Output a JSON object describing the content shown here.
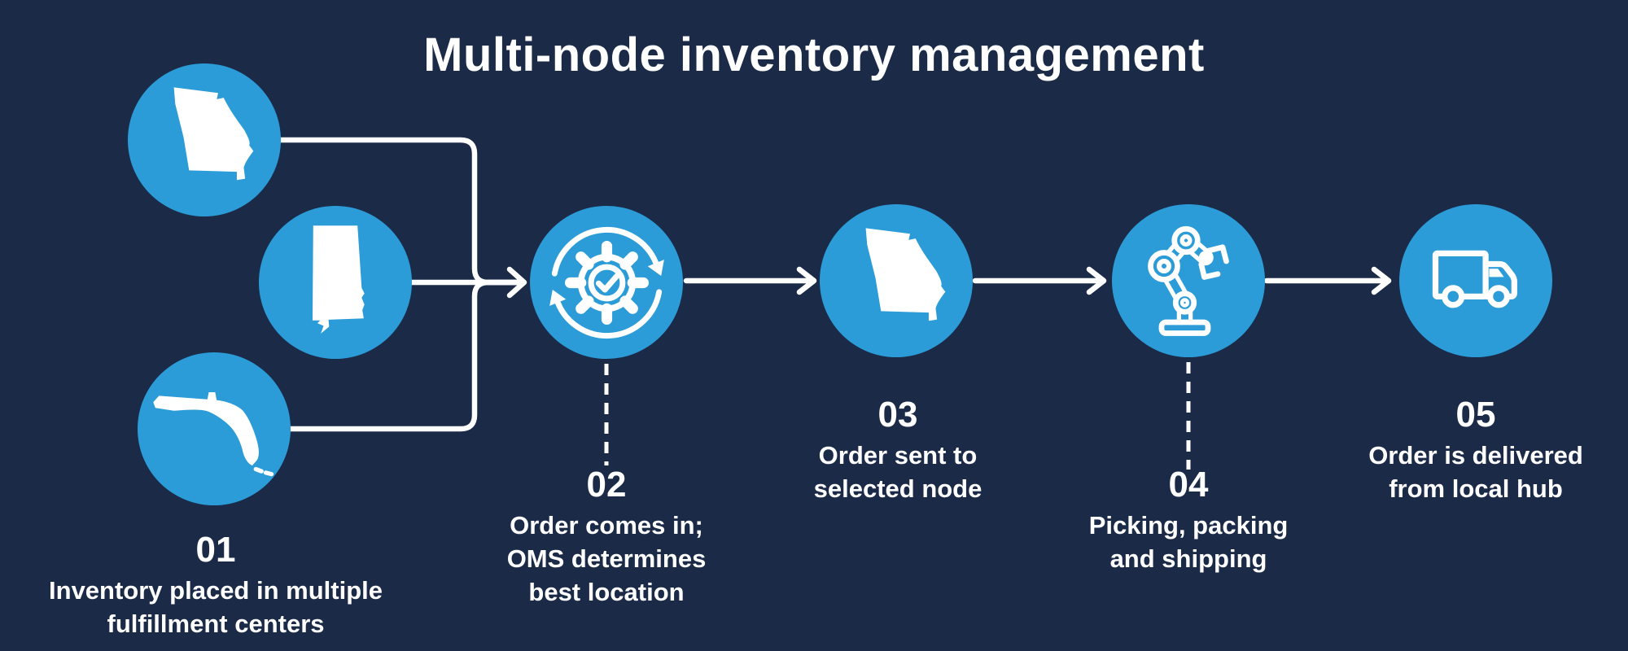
{
  "title": "Multi-node inventory management",
  "colors": {
    "background": "#1a2a47",
    "node_blue": "#2b9cd8",
    "line_white": "#ffffff"
  },
  "steps": [
    {
      "number": "01",
      "lines": [
        "Inventory placed in multiple",
        "fulfillment centers"
      ],
      "icons": [
        "georgia-state",
        "alabama-state",
        "florida-state"
      ]
    },
    {
      "number": "02",
      "lines": [
        "Order comes in;",
        "OMS determines",
        "best location"
      ],
      "icons": [
        "oms-gear-sync"
      ]
    },
    {
      "number": "03",
      "lines": [
        "Order sent to",
        "selected node"
      ],
      "icons": [
        "georgia-state"
      ]
    },
    {
      "number": "04",
      "lines": [
        "Picking, packing",
        "and shipping"
      ],
      "icons": [
        "robotic-arm"
      ]
    },
    {
      "number": "05",
      "lines": [
        "Order is delivered",
        "from local hub"
      ],
      "icons": [
        "delivery-truck"
      ]
    }
  ]
}
